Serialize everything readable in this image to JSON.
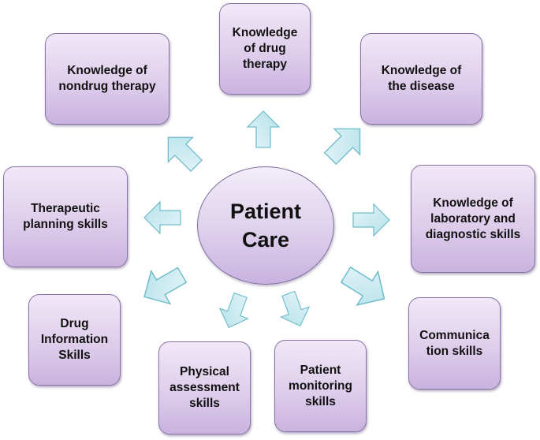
{
  "center": {
    "label": "Patient\nCare"
  },
  "nodes": [
    {
      "id": "nondrug-therapy",
      "label": "Knowledge of\nnondrug therapy"
    },
    {
      "id": "drug-therapy",
      "label": "Knowledge\nof drug\ntherapy"
    },
    {
      "id": "disease",
      "label": "Knowledge of\nthe disease"
    },
    {
      "id": "therapeutic-planning",
      "label": "Therapeutic\nplanning skills"
    },
    {
      "id": "laboratory-diagnostic",
      "label": "Knowledge of\nlaboratory and\ndiagnostic skills"
    },
    {
      "id": "drug-information",
      "label": "Drug\nInformation\nSkills"
    },
    {
      "id": "physical-assessment",
      "label": "Physical\nassessment\nskills"
    },
    {
      "id": "patient-monitoring",
      "label": "Patient\nmonitoring\nskills"
    },
    {
      "id": "communication",
      "label": "Communica\ntion skills"
    }
  ],
  "colors": {
    "box_fill_top": "#f0e8f7",
    "box_fill_bottom": "#c9b3df",
    "box_border": "#8a72a8",
    "arrow_fill": "#c6e9f0",
    "arrow_border": "#6fbccb"
  }
}
